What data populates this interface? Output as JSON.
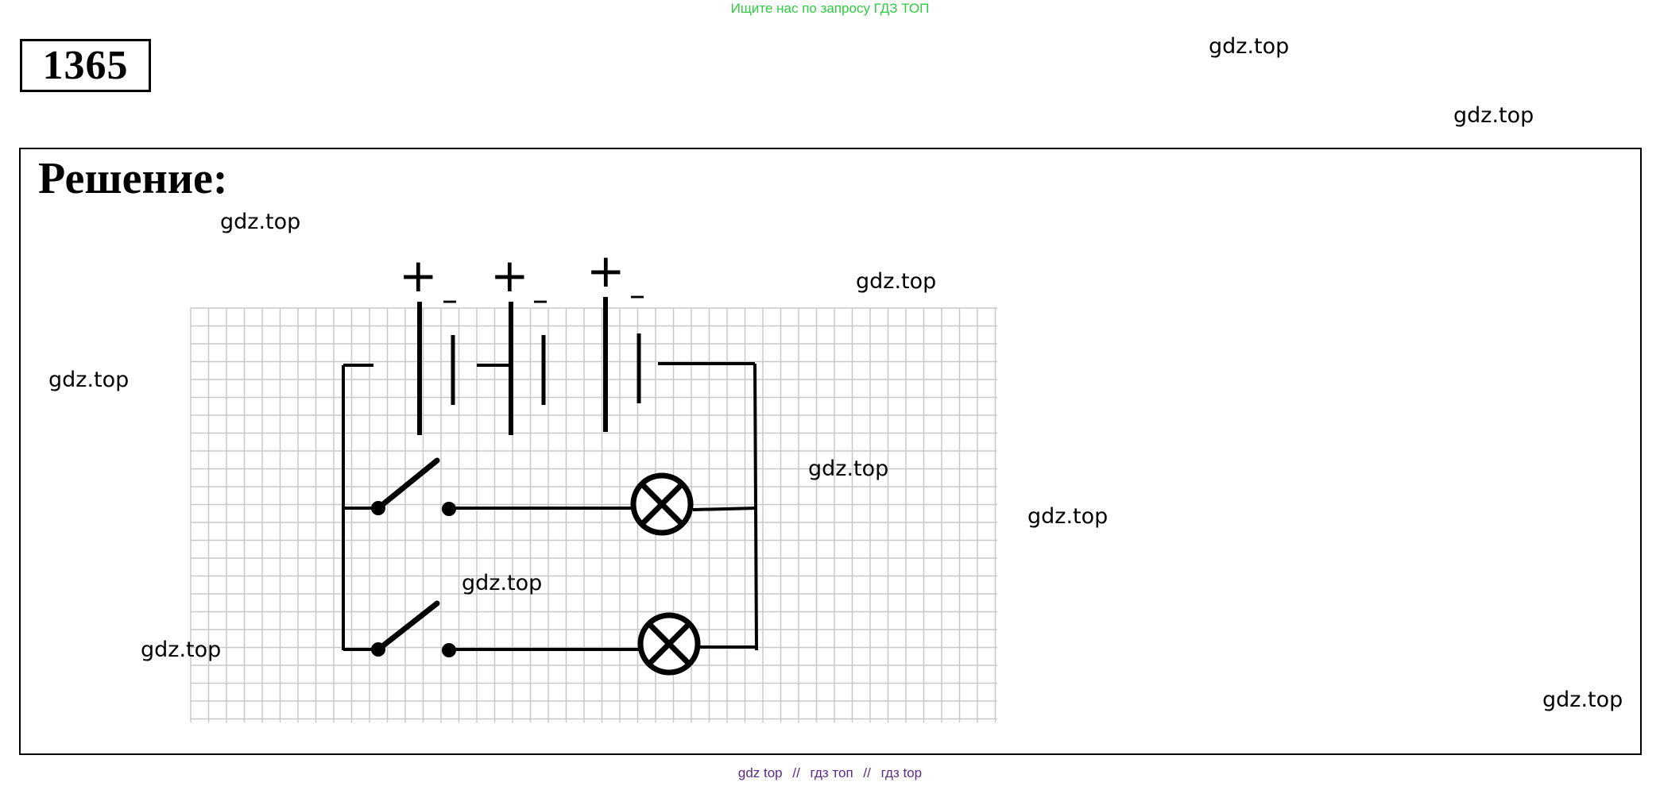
{
  "header": {
    "banner_text": "Ищите нас по запросу ГДЗ ТОП",
    "task_number": "1365"
  },
  "solution": {
    "title": "Решение:"
  },
  "diagram": {
    "battery_plus": "+",
    "battery_minus": "–",
    "cells": 3,
    "lamps": 2,
    "switches": 2
  },
  "watermarks": [
    "gdz.top",
    "gdz.top",
    "gdz.top",
    "gdz.top",
    "gdz.top",
    "gdz.top",
    "gdz.top",
    "gdz.top",
    "gdz.top",
    "gdz.top"
  ],
  "footer": {
    "link_1": "gdz top",
    "sep_1": "//",
    "link_2": "гдз топ",
    "sep_2": "//",
    "link_3": "гдз top"
  },
  "colors": {
    "banner": "#2ecc40",
    "footer_links": "#5b2a86",
    "grid": "#c8c8c8",
    "ink": "#000000"
  }
}
